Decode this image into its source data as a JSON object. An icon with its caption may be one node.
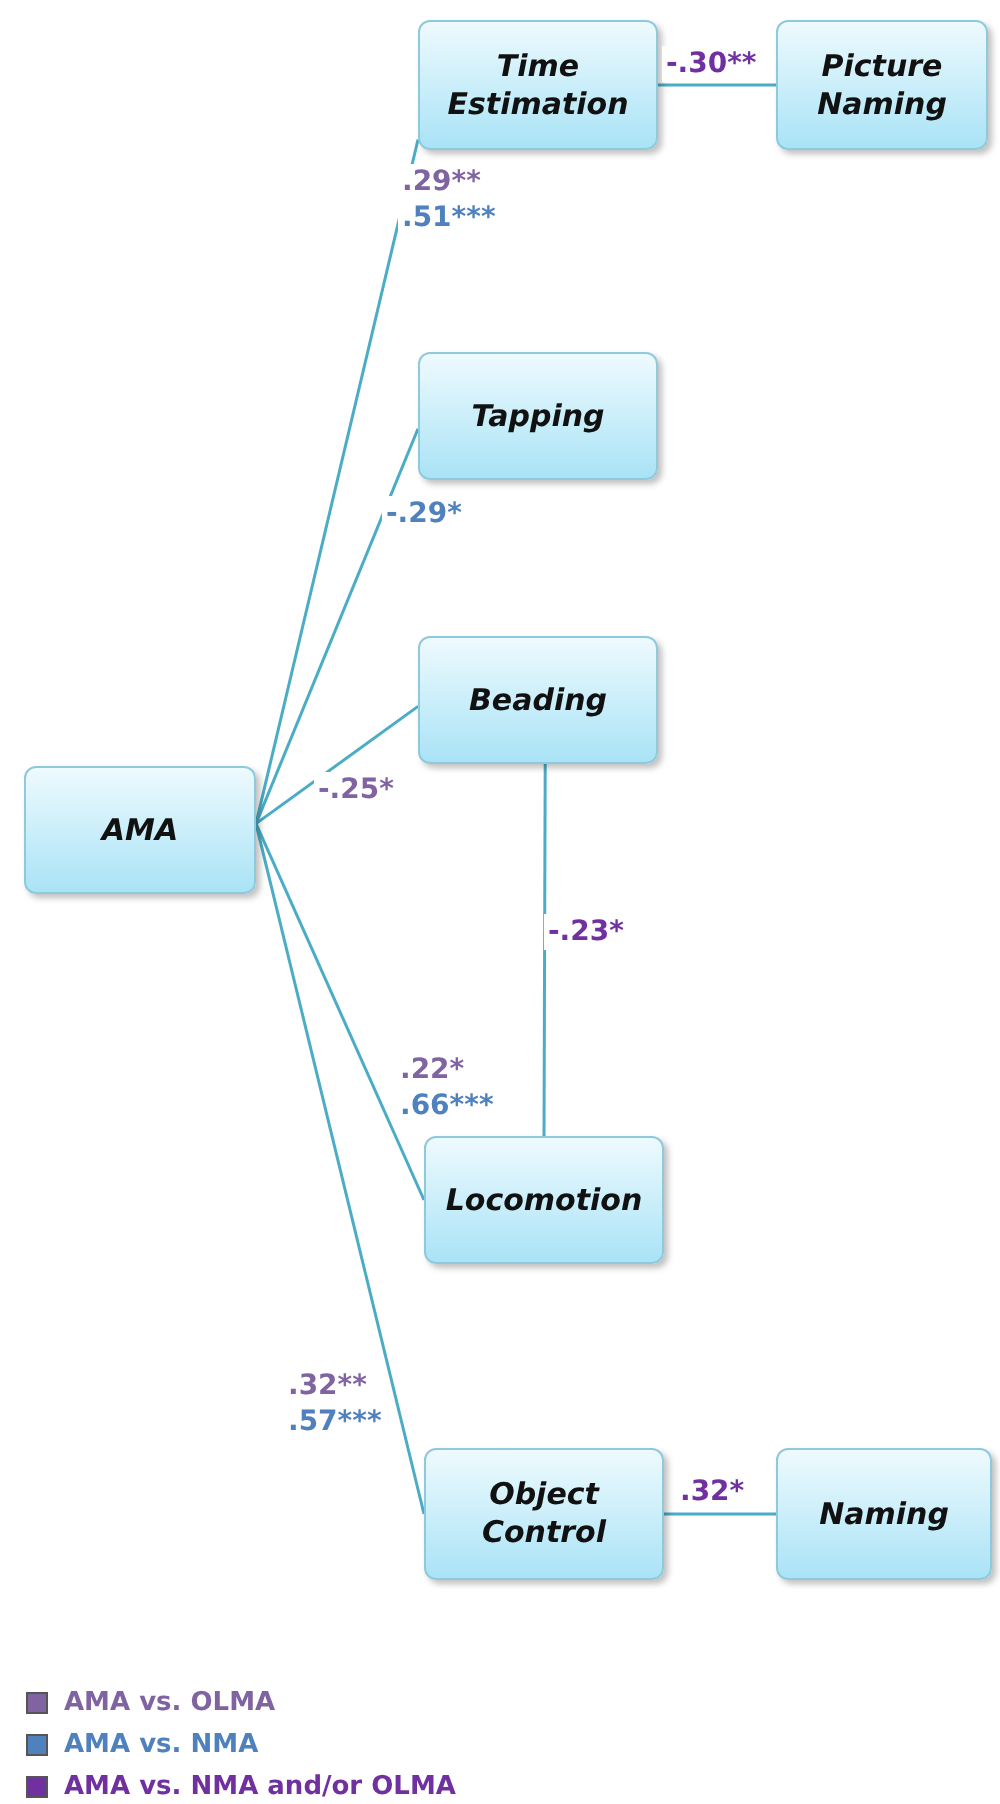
{
  "diagram": {
    "nodes": [
      {
        "text": [
          "AMA"
        ]
      },
      {
        "text": [
          "Time Estimation"
        ]
      },
      {
        "text": [
          "Picture Naming"
        ]
      },
      {
        "text": [
          "Tapping"
        ]
      },
      {
        "text": [
          "Beading"
        ]
      },
      {
        "text": [
          "Locomotion"
        ]
      },
      {
        "text": [
          "Object Control"
        ]
      },
      {
        "text": [
          "Naming"
        ]
      }
    ],
    "edges": [
      {
        "from": 0,
        "to": 1,
        "arrow": "none",
        "label": ".29** .51***"
      },
      {
        "from": 0,
        "to": 3,
        "arrow": "none",
        "label": "-.29*"
      },
      {
        "from": 0,
        "to": 4,
        "arrow": "none",
        "label": "-.25*"
      },
      {
        "from": 0,
        "to": 5,
        "arrow": "none",
        "label": ".22* .66***"
      },
      {
        "from": 0,
        "to": 6,
        "arrow": "none",
        "label": ".32** .57***"
      },
      {
        "from": 1,
        "to": 2,
        "arrow": "none",
        "label": "-.30**"
      },
      {
        "from": 4,
        "to": 5,
        "arrow": "none",
        "label": "-.23*"
      },
      {
        "from": 6,
        "to": 7,
        "arrow": "none",
        "label": ".32*"
      }
    ],
    "legend": [
      {
        "text": "AMA vs. OLMA",
        "color": "#8064a2"
      },
      {
        "text": "AMA vs. NMA",
        "color": "#4f81bd"
      },
      {
        "text": "AMA vs. NMA and/or OLMA",
        "color": "#7030a0"
      }
    ]
  }
}
